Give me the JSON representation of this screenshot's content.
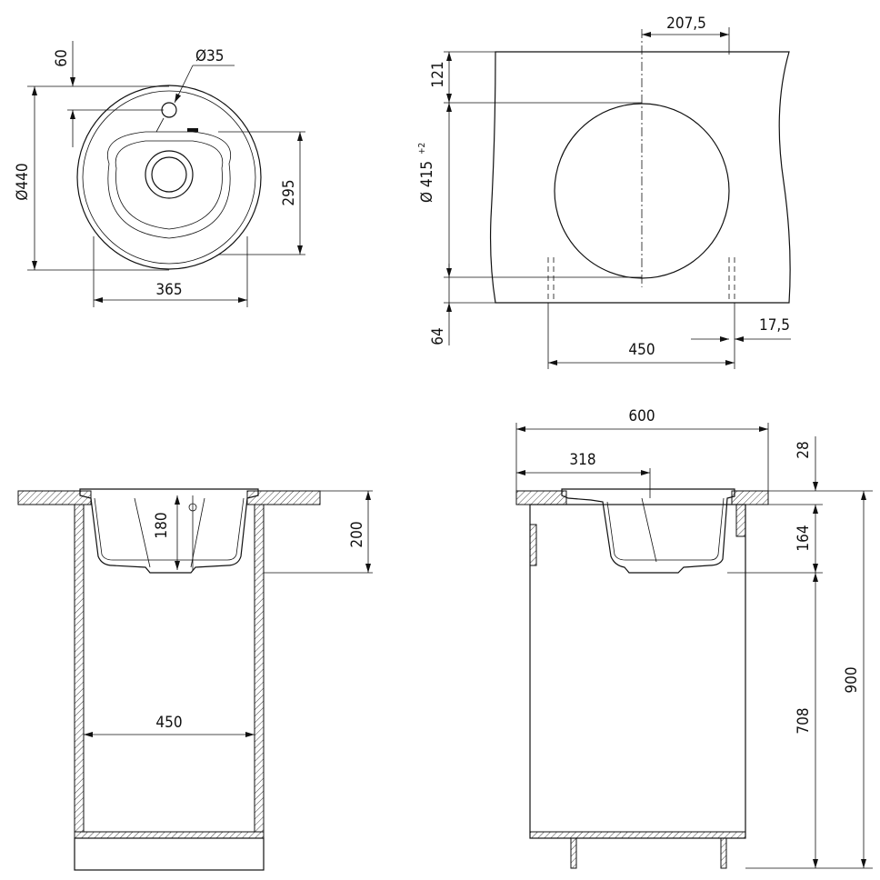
{
  "top_view": {
    "tap_offset": "60",
    "tap_hole_diameter": "Ø35",
    "outer_diameter": "Ø440",
    "bowl_length": "295",
    "bowl_width": "365"
  },
  "cutout_view": {
    "center_offset": "207,5",
    "top_margin": "121",
    "cutout_diameter": "Ø 415",
    "cutout_tolerance": "+2",
    "bottom_margin": "64",
    "wall_offset": "17,5",
    "cabinet_width": "450"
  },
  "front_section": {
    "bowl_depth": "180",
    "total_depth": "200",
    "cabinet_inner_width": "450"
  },
  "side_section": {
    "countertop_depth": "600",
    "bowl_center_offset": "318",
    "countertop_thickness": "28",
    "bowl_depth_below_top": "164",
    "cabinet_height_below_bowl": "708",
    "total_height": "900"
  }
}
